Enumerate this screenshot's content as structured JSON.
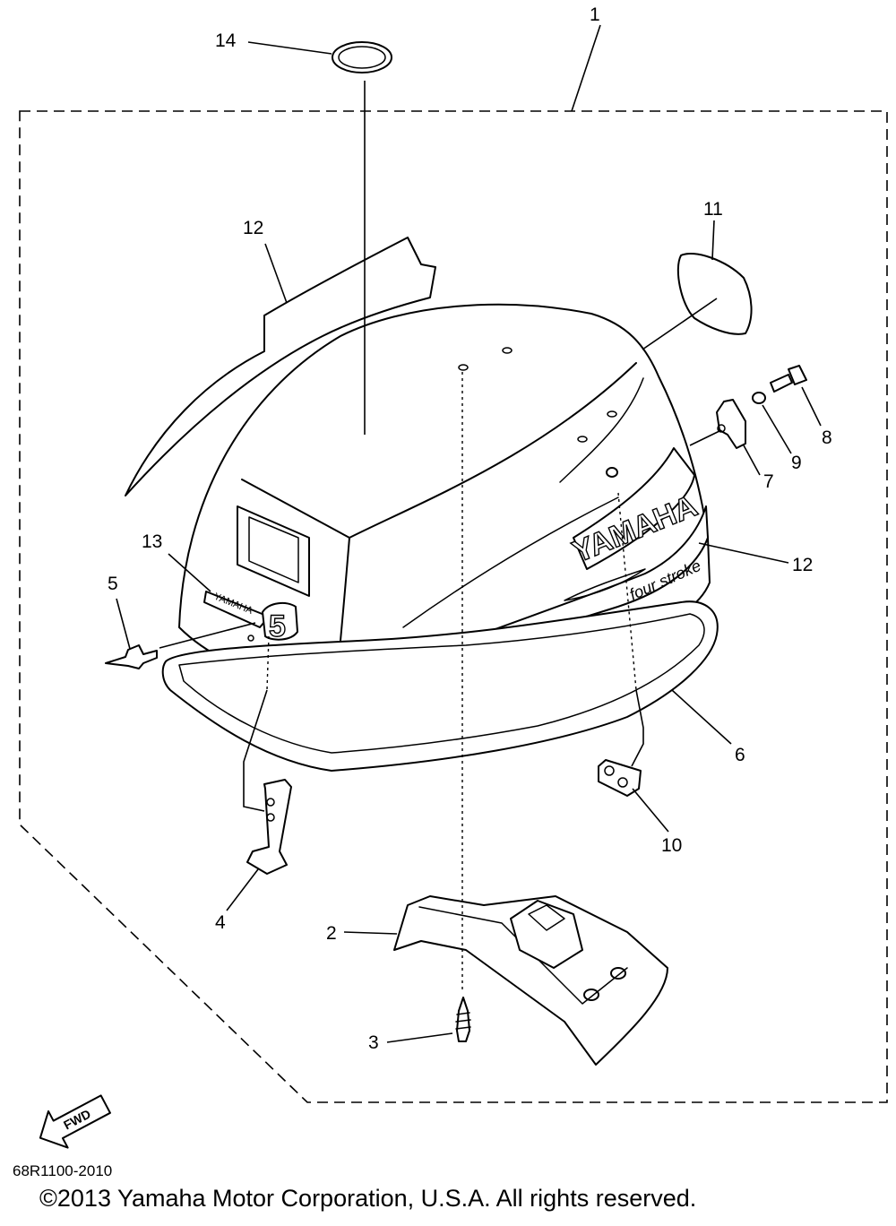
{
  "callouts": [
    "1",
    "2",
    "3",
    "4",
    "5",
    "6",
    "7",
    "8",
    "9",
    "10",
    "11",
    "12",
    "12",
    "13",
    "14"
  ],
  "decals": {
    "brand": "YAMAHA",
    "stroke": "four stroke",
    "model_number": "5",
    "badge_brand": "YAMAHA"
  },
  "fwd_label": "FWD",
  "drawing_code": "68R1100-2010",
  "copyright": "©2013 Yamaha Motor Corporation, U.S.A. All rights reserved."
}
